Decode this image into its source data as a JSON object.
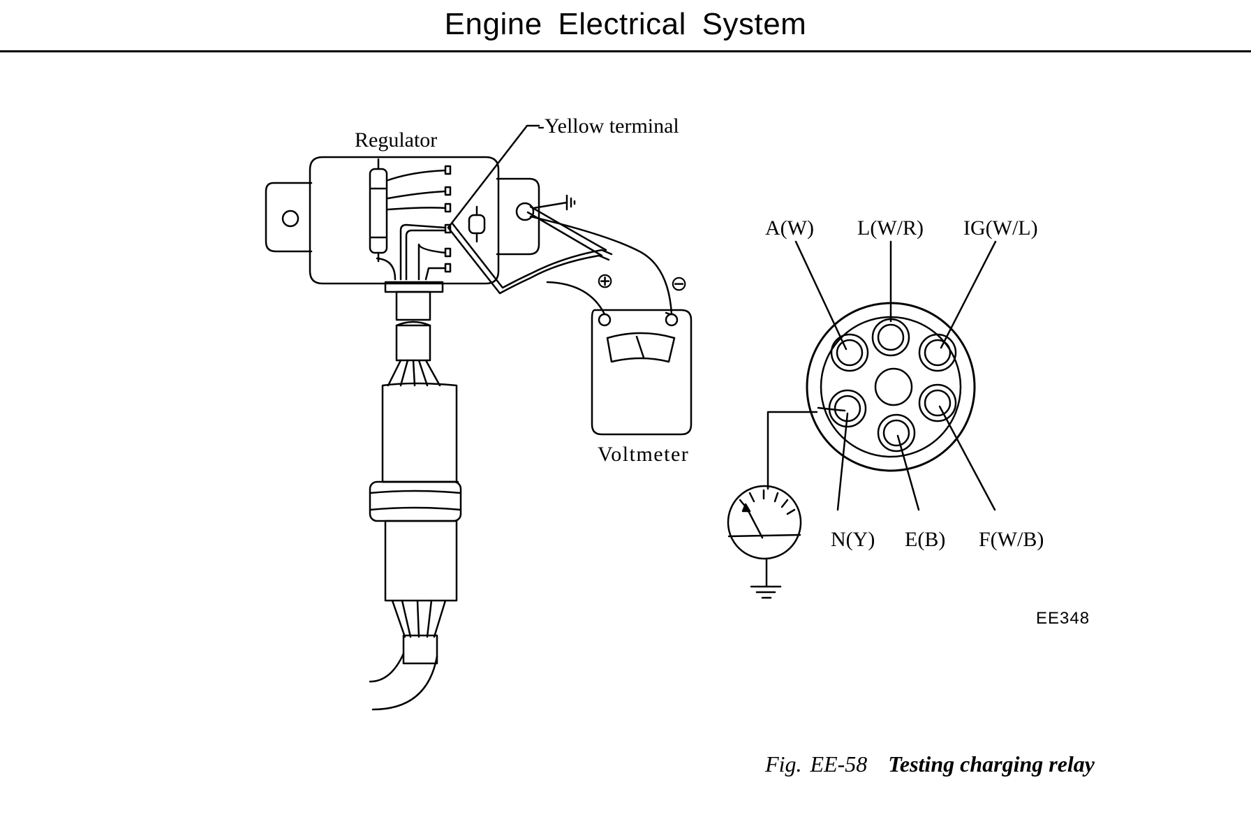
{
  "header": {
    "title": "Engine Electrical System"
  },
  "diagram": {
    "regulator_label": "Regulator",
    "yellow_terminal_label": "-Yellow terminal",
    "voltmeter_label": "Voltmeter",
    "plus_symbol": "⊕",
    "minus_symbol": "⊖",
    "connector_pins": {
      "a": "A(W)",
      "l": "L(W/R)",
      "ig": "IG(W/L)",
      "n": "N(Y)",
      "e": "E(B)",
      "f": "F(W/B)"
    },
    "code": "EE348"
  },
  "caption": {
    "fig": "Fig.",
    "number": "EE-58",
    "title": "Testing charging relay"
  }
}
